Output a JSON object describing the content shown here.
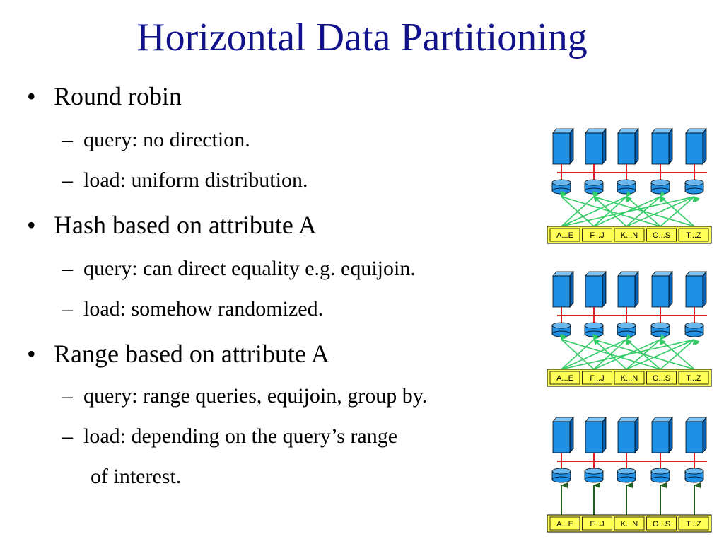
{
  "title": "Horizontal Data Partitioning",
  "bullets": [
    {
      "mark": "•",
      "text": "Round robin",
      "subs": [
        {
          "mark": "–",
          "text": "query: no direction."
        },
        {
          "mark": "–",
          "text": "load: uniform distribution."
        }
      ]
    },
    {
      "mark": "•",
      "text": "Hash based on attribute A",
      "subs": [
        {
          "mark": "–",
          "text": "query: can direct equality e.g. equijoin."
        },
        {
          "mark": "–",
          "text": "load: somehow randomized."
        }
      ]
    },
    {
      "mark": "•",
      "text": "Range based on attribute A",
      "subs": [
        {
          "mark": "–",
          "text": "query: range queries, equijoin, group by."
        },
        {
          "mark": "–",
          "text": "load: depending on the query’s range",
          "continuation": "of interest."
        }
      ]
    }
  ],
  "diagrams": [
    {
      "arrows": "scattered",
      "ranges": [
        "A...E",
        "F...J",
        "K...N",
        "O...S",
        "T...Z"
      ]
    },
    {
      "arrows": "scattered",
      "ranges": [
        "A...E",
        "F...J",
        "K...N",
        "O...S",
        "T...Z"
      ]
    },
    {
      "arrows": "direct",
      "ranges": [
        "A...E",
        "F...J",
        "K...N",
        "O...S",
        "T...Z"
      ]
    }
  ],
  "colors": {
    "title": "#12128c",
    "server": "#1e90e6",
    "bus": "#e02020",
    "scatter_arrow": "#33cc66",
    "direct_arrow": "#1f5f1f",
    "range_box": "#ffff55"
  }
}
